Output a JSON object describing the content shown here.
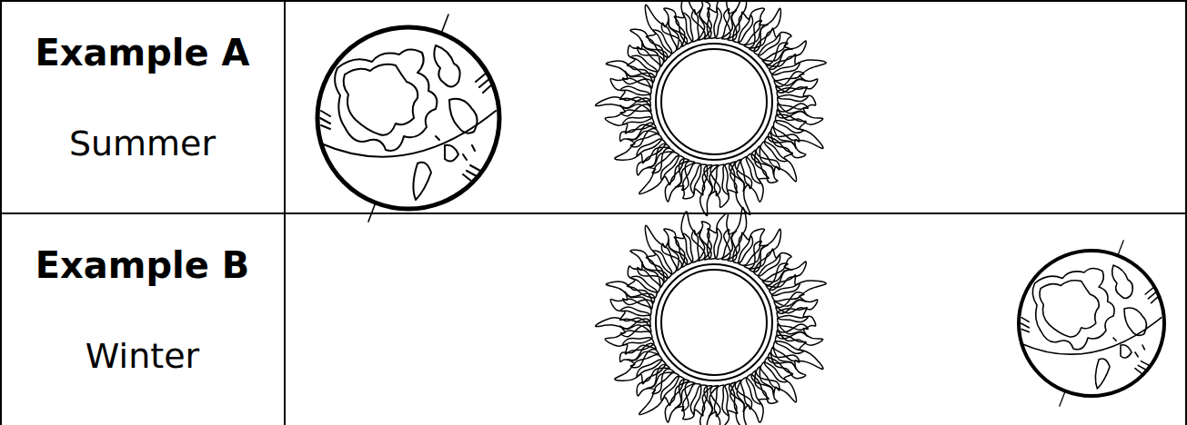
{
  "diagram": {
    "labels": [
      "Example A",
      "Summer",
      "Example B",
      "Winter"
    ]
  }
}
